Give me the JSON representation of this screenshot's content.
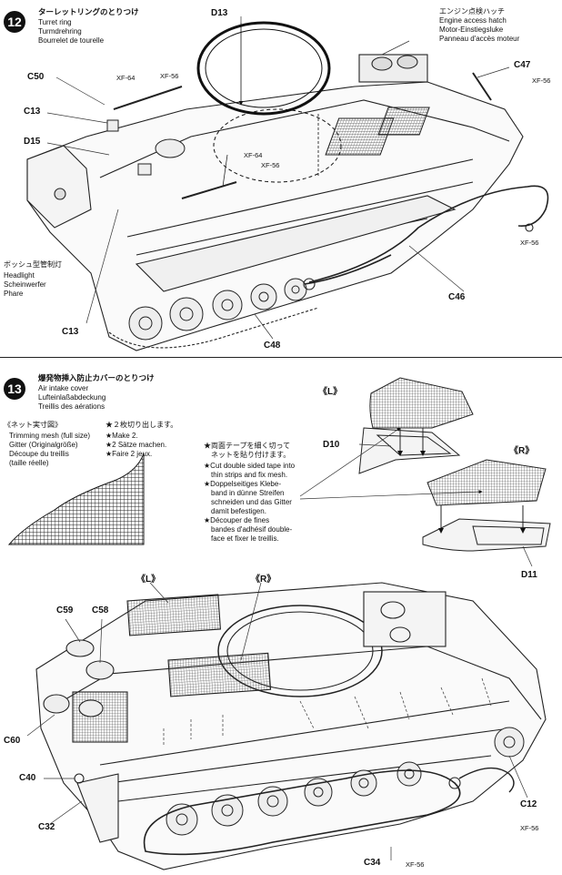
{
  "step12": {
    "number": "12",
    "title_jp": "ターレットリングのとりつけ",
    "title_en": "Turret ring",
    "title_de": "Turmdrehring",
    "title_fr": "Bourrelet de tourelle",
    "hatch_jp": "エンジン点検ハッチ",
    "hatch_en": "Engine access hatch",
    "hatch_de": "Motor-Einstiegsluke",
    "hatch_fr": "Panneau d'accès moteur",
    "headlight_jp": "ボッシュ型管制灯",
    "headlight_en": "Headlight",
    "headlight_de": "Scheinwerfer",
    "headlight_fr": "Phare",
    "parts": {
      "d13": "D13",
      "c50": "C50",
      "c13a": "C13",
      "d15": "D15",
      "c47": "C47",
      "c46": "C46",
      "c13b": "C13",
      "c48": "C48"
    },
    "paints": {
      "xf64a": "XF-64",
      "xf56a": "XF-56",
      "xf56c47": "XF-56",
      "xf64b": "XF-64",
      "xf56b": "XF-56",
      "xf56c46": "XF-56"
    }
  },
  "step13": {
    "number": "13",
    "title_jp": "爆発物挿入防止カバーのとりつけ",
    "title_en": "Air intake cover",
    "title_de": "Lufteinlaßabdeckung",
    "title_fr": "Treillis des aérations",
    "mesh_jp": "《ネット実寸図》",
    "mesh_en": "Trimming mesh (full size)",
    "mesh_de": "Gitter (Originalgröße)",
    "mesh_fr": "Découpe du treillis",
    "mesh_fr2": "(taille réelle)",
    "make_jp": "★２枚切り出します。",
    "make_en": "★Make 2.",
    "make_de": "★2 Sätze machen.",
    "make_fr": "★Faire 2 jeux.",
    "tape_jp1": "★両面テープを細く切って",
    "tape_jp2": "ネットを貼り付けます。",
    "tape_en1": "★Cut double sided tape into",
    "tape_en2": "thin strips and fix mesh.",
    "tape_de1": "★Doppelseitiges Klebe-",
    "tape_de2": "band in dünne Streifen",
    "tape_de3": "schneiden und das Gitter",
    "tape_de4": "damit befestigen.",
    "tape_fr1": "★Découper de fines",
    "tape_fr2": "bandes d'adhésif double-",
    "tape_fr3": "face et fixer le treillis.",
    "side_l": "《L》",
    "side_r": "《R》",
    "side_l2": "《L》",
    "side_r2": "《R》",
    "parts": {
      "d10": "D10",
      "d11": "D11",
      "c59": "C59",
      "c58": "C58",
      "c60": "C60",
      "c40": "C40",
      "c32": "C32",
      "c12": "C12",
      "c34": "C34"
    },
    "paints": {
      "xf56c12": "XF-56",
      "xf56c34": "XF-56"
    }
  }
}
